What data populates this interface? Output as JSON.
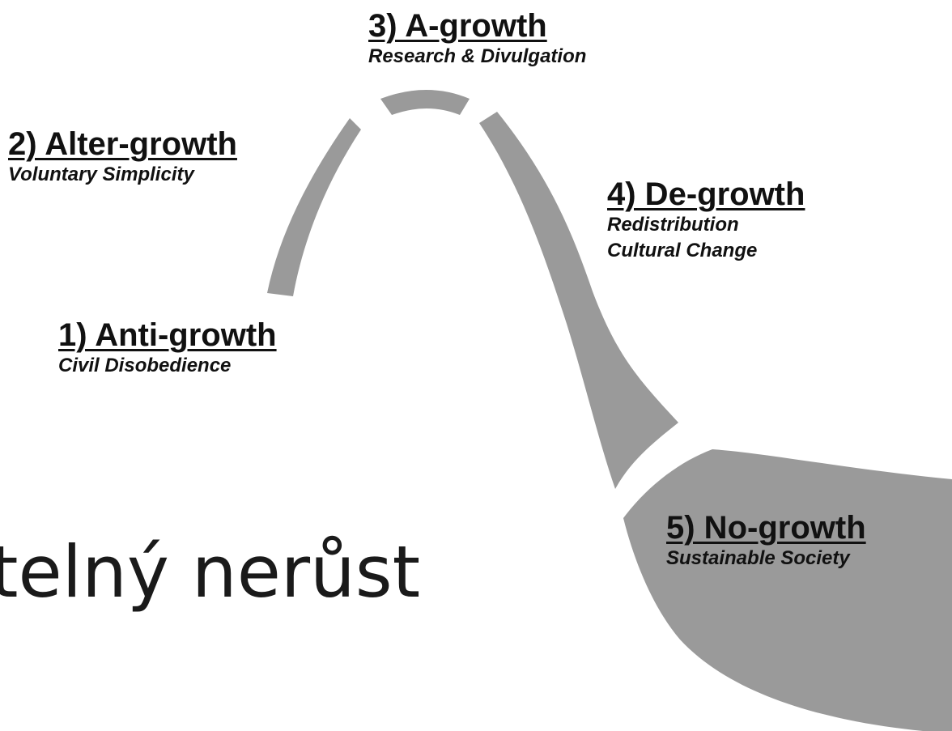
{
  "stages": [
    {
      "title": "1) Anti-growth",
      "lines": [
        "Civil Disobedience"
      ]
    },
    {
      "title": "2) Alter-growth",
      "lines": [
        "Voluntary Simplicity"
      ]
    },
    {
      "title": "3) A-growth",
      "lines": [
        "Research & Divulgation"
      ]
    },
    {
      "title": "4) De-growth",
      "lines": [
        "Redistribution",
        "Cultural Change"
      ]
    },
    {
      "title": "5) No-growth",
      "lines": [
        "Sustainable Society"
      ]
    }
  ],
  "slide_text": "telný nerůst",
  "colors": {
    "curve_fill": "#9a9a9a",
    "text": "#111111",
    "background": "#ffffff"
  }
}
